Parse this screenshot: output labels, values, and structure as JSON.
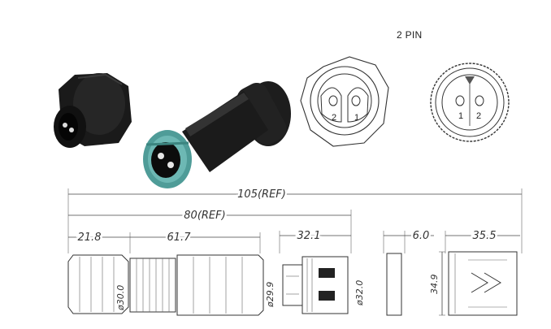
{
  "header": {
    "pin_label": "2 PIN"
  },
  "face_pins": {
    "left": "1",
    "right": "2"
  },
  "rear_pins": {
    "left": "1",
    "right": "2"
  },
  "dimensions": {
    "overall": "105(REF)",
    "body": "80(REF)",
    "cable_end": "21.8",
    "main_body": "61.7",
    "plug_len": "32.1",
    "panel_thk": "6.0",
    "panel_len": "35.5",
    "dia_30": "ø30.0",
    "dia_29": "ø29.9",
    "dia_32": "ø32.0",
    "height_34": "34.9"
  },
  "colors": {
    "body": "#1c1c1c",
    "accent": "#5aa6a2",
    "line": "#444444"
  }
}
